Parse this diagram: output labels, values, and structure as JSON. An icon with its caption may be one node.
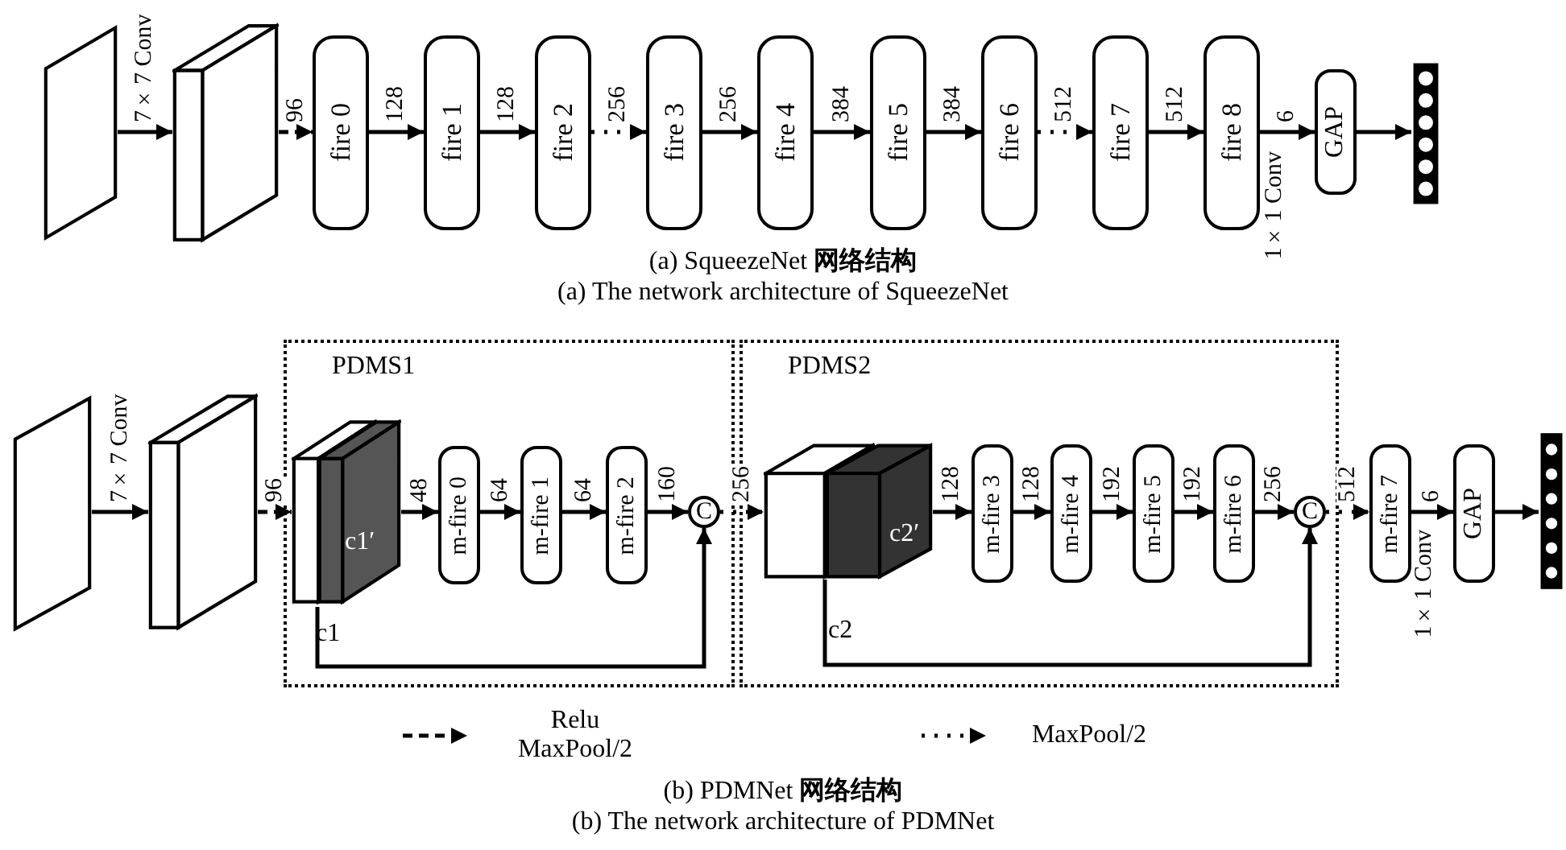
{
  "diagram": {
    "nodes": [
      {
        "text": [],
        "shape": "parallelogram"
      },
      {
        "text": [],
        "shape": "cuboid"
      },
      {
        "text": [
          "fire 0"
        ]
      },
      {
        "text": [
          "fire 1"
        ]
      },
      {
        "text": [
          "fire 2"
        ]
      },
      {
        "text": [
          "fire 3"
        ]
      },
      {
        "text": [
          "fire 4"
        ]
      },
      {
        "text": [
          "fire 5"
        ]
      },
      {
        "text": [
          "fire 6"
        ]
      },
      {
        "text": [
          "fire 7"
        ]
      },
      {
        "text": [
          "fire 8"
        ]
      },
      {
        "text": [
          "GAP"
        ]
      },
      {
        "text": [],
        "shape": "bar"
      },
      {
        "text": [],
        "shape": "parallelogram"
      },
      {
        "text": [],
        "shape": "cuboid"
      },
      {
        "text": [
          "PDMS1"
        ]
      },
      {
        "text": [],
        "shape": "cuboid",
        "in": 15,
        "beside": [
          "c1"
        ]
      },
      {
        "text": [
          "c1′"
        ],
        "in": 15
      },
      {
        "text": [
          "m-fire 0"
        ],
        "in": 15
      },
      {
        "text": [
          "m-fire 1"
        ],
        "in": 15
      },
      {
        "text": [
          "m-fire 2"
        ],
        "in": 15
      },
      {
        "text": [
          "C"
        ],
        "in": 15
      },
      {
        "text": [
          "PDMS2"
        ]
      },
      {
        "text": [],
        "shape": "cuboid",
        "in": 22,
        "beside": [
          "c2"
        ]
      },
      {
        "text": [
          "c2′"
        ],
        "in": 22
      },
      {
        "text": [
          "m-fire 3"
        ],
        "in": 22
      },
      {
        "text": [
          "m-fire 4"
        ],
        "in": 22
      },
      {
        "text": [
          "m-fire 5"
        ],
        "in": 22
      },
      {
        "text": [
          "m-fire 6"
        ],
        "in": 22
      },
      {
        "text": [
          "C"
        ],
        "in": 22
      },
      {
        "text": [
          "m-fire 7"
        ]
      },
      {
        "text": [
          "GAP"
        ]
      },
      {
        "text": [],
        "shape": "bar"
      }
    ],
    "edges": [
      {
        "from": 0,
        "to": 1,
        "arrow": "to",
        "label": "7×7 Conv"
      },
      {
        "from": 1,
        "to": 2,
        "arrow": "to",
        "label": "96",
        "style": "dashed"
      },
      {
        "from": 2,
        "to": 3,
        "arrow": "to",
        "label": "128"
      },
      {
        "from": 3,
        "to": 4,
        "arrow": "to",
        "label": "128"
      },
      {
        "from": 4,
        "to": 5,
        "arrow": "to",
        "label": "256",
        "style": "dashed"
      },
      {
        "from": 5,
        "to": 6,
        "arrow": "to",
        "label": "256"
      },
      {
        "from": 6,
        "to": 7,
        "arrow": "to",
        "label": "384"
      },
      {
        "from": 7,
        "to": 8,
        "arrow": "to",
        "label": "384"
      },
      {
        "from": 8,
        "to": 9,
        "arrow": "to",
        "label": "512",
        "style": "dashed"
      },
      {
        "from": 9,
        "to": 10,
        "arrow": "to",
        "label": "512"
      },
      {
        "from": 10,
        "to": 11,
        "arrow": "to",
        "label": "6"
      },
      {
        "from": 11,
        "to": 12,
        "arrow": "to"
      },
      {
        "from": 13,
        "to": 14,
        "arrow": "to",
        "label": "7×7 Conv"
      },
      {
        "from": 14,
        "to": 16,
        "arrow": "to",
        "label": "96",
        "style": "dashed"
      },
      {
        "from": 17,
        "to": 18,
        "arrow": "to",
        "label": "48"
      },
      {
        "from": 18,
        "to": 19,
        "arrow": "to",
        "label": "64"
      },
      {
        "from": 19,
        "to": 20,
        "arrow": "to",
        "label": "64"
      },
      {
        "from": 20,
        "to": 21,
        "arrow": "to",
        "label": "160"
      },
      {
        "from": 16,
        "to": 21,
        "arrow": "to"
      },
      {
        "from": 21,
        "to": 23,
        "arrow": "to",
        "label": "256",
        "style": "dashed"
      },
      {
        "from": 24,
        "to": 25,
        "arrow": "to",
        "label": "128"
      },
      {
        "from": 25,
        "to": 26,
        "arrow": "to",
        "label": "128"
      },
      {
        "from": 26,
        "to": 27,
        "arrow": "to",
        "label": "192"
      },
      {
        "from": 27,
        "to": 28,
        "arrow": "to",
        "label": "192"
      },
      {
        "from": 28,
        "to": 29,
        "arrow": "to",
        "label": "256"
      },
      {
        "from": 23,
        "to": 29,
        "arrow": "to"
      },
      {
        "from": 29,
        "to": 30,
        "arrow": "to",
        "label": "512",
        "style": "dashed"
      },
      {
        "from": 30,
        "to": 31,
        "arrow": "to",
        "label": "6"
      },
      {
        "from": 31,
        "to": 32,
        "arrow": "to"
      }
    ],
    "labels": [
      "1×1 Conv",
      "(a) SqueezeNet **网络结构**",
      "(a) The network architecture of SqueezeNet",
      "1×1 Conv",
      "(b) PDMNet **网络结构**",
      "(b) The network architecture of PDMNet"
    ],
    "legend": [
      {
        "text": "Relu MaxPool/2"
      },
      {
        "text": "MaxPool/2"
      }
    ]
  }
}
